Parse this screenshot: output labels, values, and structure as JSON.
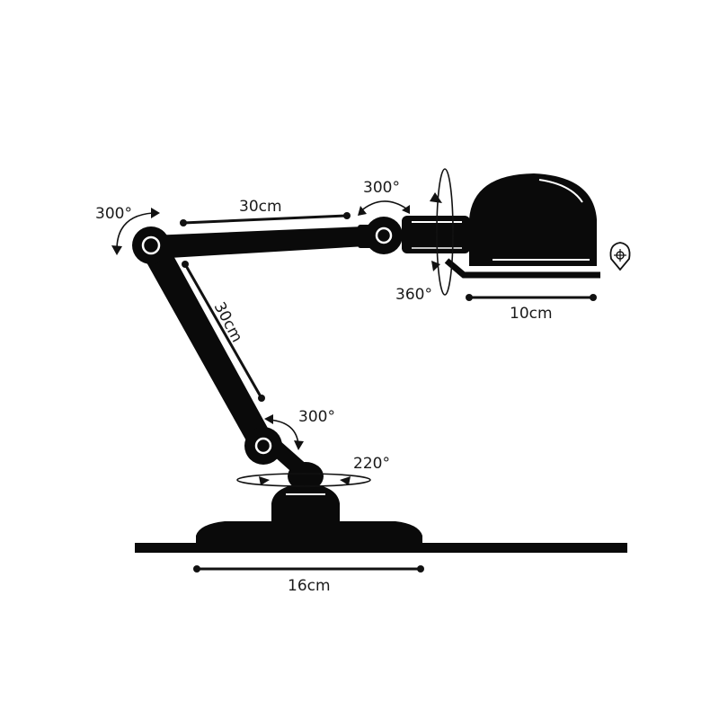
{
  "colors": {
    "ink": "#0a0a0a",
    "background": "#ffffff",
    "highlight": "#ffffff"
  },
  "labels": {
    "arm_upper_length": "30cm",
    "arm_lower_length": "30cm",
    "shade_width": "10cm",
    "base_width": "16cm",
    "elbow_rotation": "300°",
    "head_joint_rotation": "300°",
    "shade_rotation": "360°",
    "lower_joint_rotation": "300°",
    "base_rotation": "220°"
  },
  "icons": {
    "bulb": "bulb-icon"
  }
}
